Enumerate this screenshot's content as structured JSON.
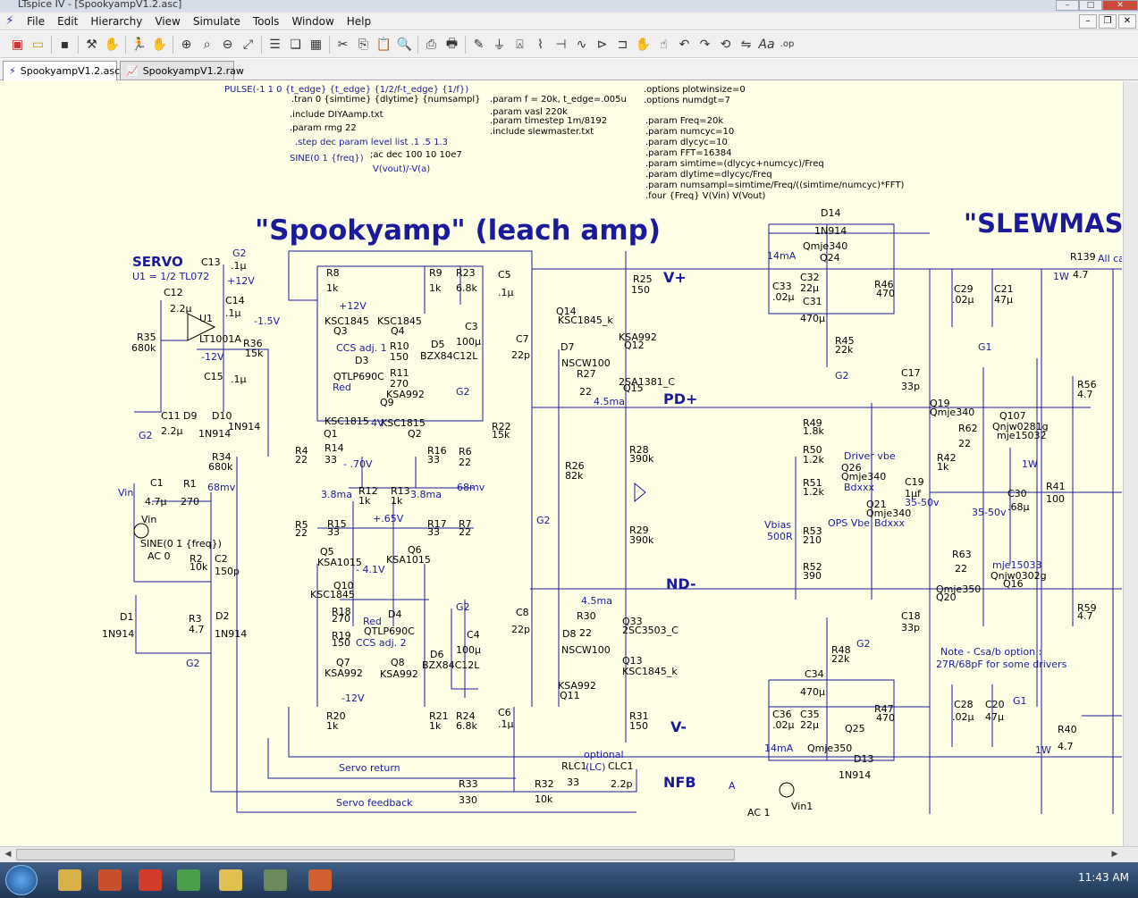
{
  "window": {
    "title": "LTspice IV - [SpookyampV1.2.asc]"
  },
  "menu": [
    "File",
    "Edit",
    "Hierarchy",
    "View",
    "Simulate",
    "Tools",
    "Window",
    "Help"
  ],
  "tabs": [
    {
      "label": "SpookyampV1.2.asc",
      "icon": "schematic-icon"
    },
    {
      "label": "SpookyampV1.2.raw",
      "icon": "waveform-icon"
    }
  ],
  "taskbar": {
    "clock": "11:43 AM"
  },
  "schematic": {
    "title": "\"Spookyamp\" (leach amp)",
    "title2": "\"SLEWMAST",
    "directives": {
      "pulse": "PULSE(-1 1 0 {t_edge} {t_edge} {1/2/f-t_edge} {1/f})",
      "tran": ".tran 0 {simtime} {dlytime} {numsampl}",
      "include1": ".include DIYAamp.txt",
      "param_rmg": ".param rmg 22",
      "step": ".step dec param level list .1 .5 1.3",
      "sine": "SINE(0 1 {freq})",
      "ac": ";ac dec 100 10 10e7",
      "vexpr": "V(vout)/-V(a)",
      "param_f": ".param f = 20k, t_edge=.005u",
      "param_vasl": ".param vasl 220k",
      "param_timestep": ".param timestep 1m/8192",
      "include2": ".include slewmaster.txt",
      "options1": ".options plotwinsize=0",
      "options2": ".options numdgt=7",
      "freq": ".param Freq=20k",
      "numcyc": ".param numcyc=10",
      "dlycyc": ".param dlycyc=10",
      "fft": ".param FFT=16384",
      "simtime": ".param simtime=(dlycyc+numcyc)/Freq",
      "dlytime": ".param dlytime=dlycyc/Freq",
      "numsampl": ".param numsampl=simtime/Freq/((simtime/numcyc)*FFT)",
      "four": ".four {Freq} V(Vin) V(Vout)"
    },
    "labels": {
      "servo": "SERVO",
      "u1note": "U1 = 1/2 TL072",
      "vplus": "V+",
      "vminus": "V-",
      "pdplus": "PD+",
      "ndminus": "ND-",
      "nfb": "NFB",
      "a": "A",
      "vin": "Vin",
      "g2": "G2",
      "g1": "G1",
      "servo_return": "Servo return",
      "servo_feedback": "Servo feedback",
      "optional": "optional",
      "driver_vbe": "Driver vbe",
      "ops_vbe": "OPS Vbe",
      "vbias": "Vbias",
      "vbias_r": "500R",
      "note1": "Note - Csa/b option :",
      "note2": "27R/68pF for some drivers",
      "allca": "All ca"
    }
  }
}
